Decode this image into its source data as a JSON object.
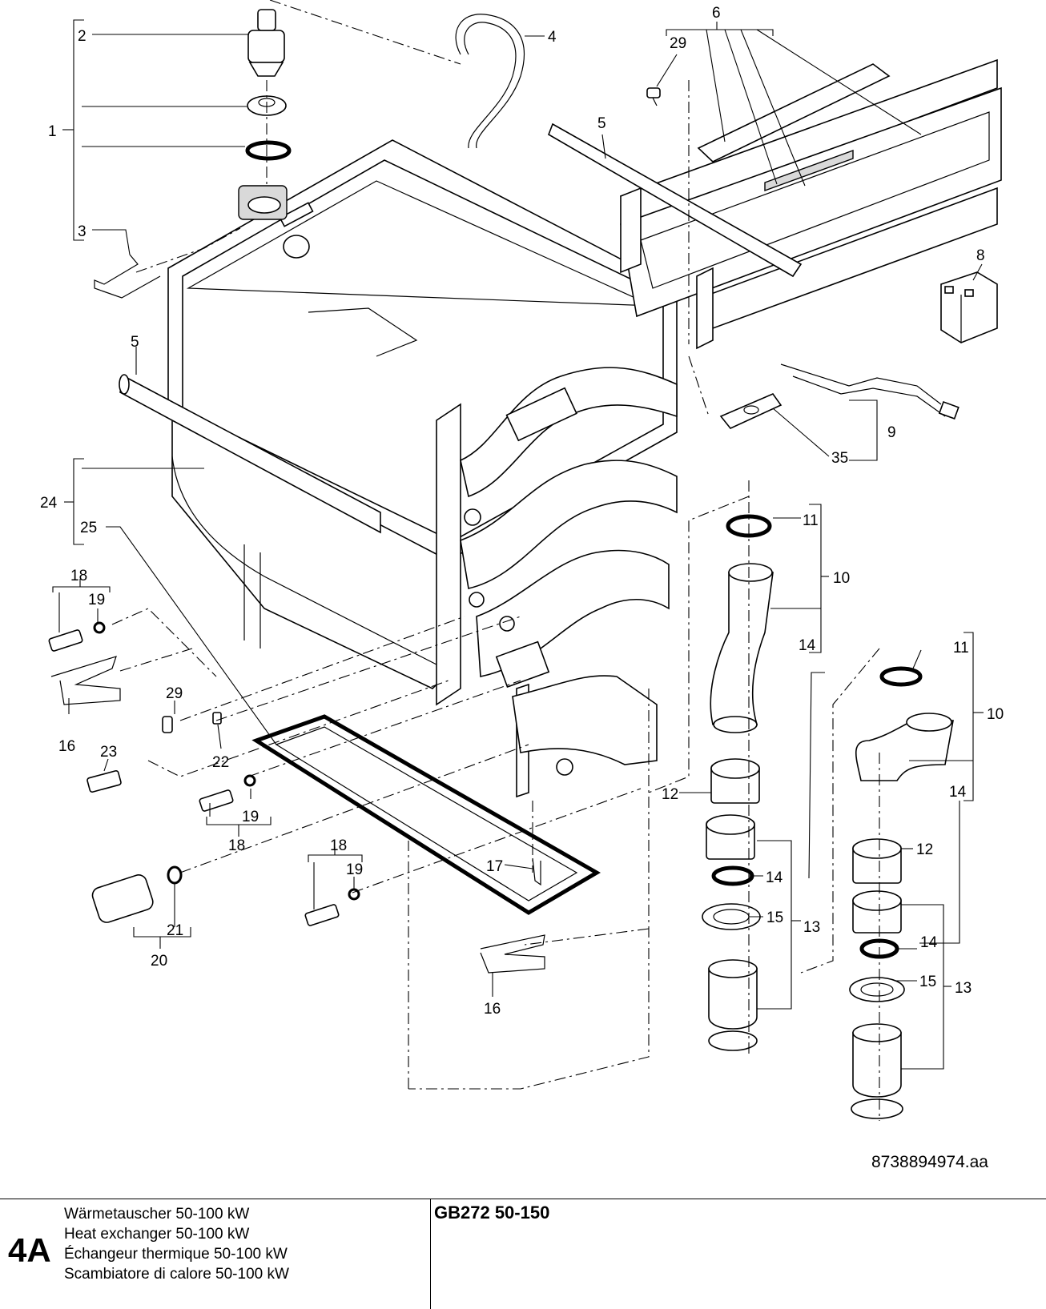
{
  "diagram": {
    "callouts": [
      "1",
      "2",
      "3",
      "4",
      "5",
      "5",
      "6",
      "8",
      "9",
      "10",
      "10",
      "11",
      "11",
      "12",
      "12",
      "13",
      "13",
      "14",
      "14",
      "14",
      "14",
      "15",
      "15",
      "16",
      "16",
      "17",
      "18",
      "18",
      "18",
      "18",
      "19",
      "19",
      "19",
      "19",
      "20",
      "21",
      "22",
      "23",
      "24",
      "25",
      "29",
      "29",
      "35"
    ],
    "drawing_number": "8738894974.aa"
  },
  "footer": {
    "section_code": "4A",
    "titles": [
      "Wärmetauscher 50-100 kW",
      "Heat exchanger 50-100 kW",
      "Échangeur thermique 50-100 kW",
      "Scambiatore di calore 50-100 kW"
    ],
    "model": "GB272 50-150"
  }
}
